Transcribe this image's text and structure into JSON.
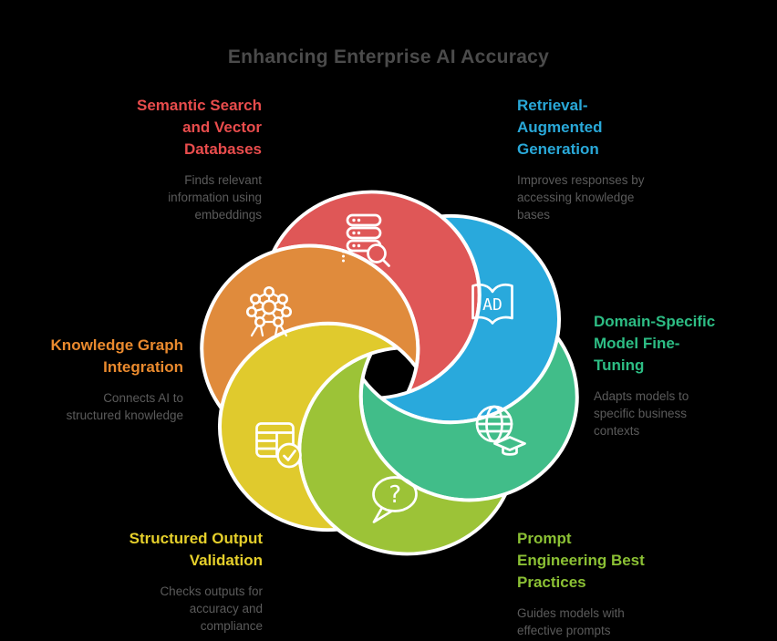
{
  "title": "Enhancing Enterprise AI Accuracy",
  "palette": {
    "background": "#000000",
    "title_color": "#4b4b4b",
    "description_color": "#5b5b5b",
    "outline": "#ffffff"
  },
  "sections": [
    {
      "id": "semantic-search",
      "heading": "Semantic Search\nand Vector\nDatabases",
      "description": "Finds relevant\ninformation using\nembeddings",
      "heading_color": "#e84c4c",
      "petal_color": "#df5757",
      "icon": "database-search-icon"
    },
    {
      "id": "retrieval-augmented-generation",
      "heading": "Retrieval-\nAugmented\nGeneration",
      "description": "Improves responses by\naccessing knowledge\nbases",
      "heading_color": "#29a8d8",
      "petal_color": "#29a9dc",
      "icon": "open-book-ad-icon",
      "book_label": "AD"
    },
    {
      "id": "domain-specific-fine-tuning",
      "heading": "Domain-Specific\nModel Fine-\nTuning",
      "description": "Adapts models to\nspecific business\ncontexts",
      "heading_color": "#2dbd84",
      "petal_color": "#41bd89",
      "icon": "globe-graduation-icon"
    },
    {
      "id": "prompt-engineering",
      "heading": "Prompt\nEngineering Best\nPractices",
      "description": "Guides models with\neffective prompts",
      "heading_color": "#8bc034",
      "petal_color": "#9cc337",
      "icon": "question-bubble-icon",
      "bubble_label": "?"
    },
    {
      "id": "structured-output-validation",
      "heading": "Structured Output\nValidation",
      "description": "Checks outputs for\naccuracy and\ncompliance",
      "heading_color": "#e5cf2b",
      "petal_color": "#e0ca2d",
      "icon": "table-check-icon"
    },
    {
      "id": "knowledge-graph-integration",
      "heading": "Knowledge Graph\nIntegration",
      "description": "Connects AI to\nstructured knowledge",
      "heading_color": "#ea8a2e",
      "petal_color": "#e08b3c",
      "icon": "network-graph-icon"
    }
  ]
}
